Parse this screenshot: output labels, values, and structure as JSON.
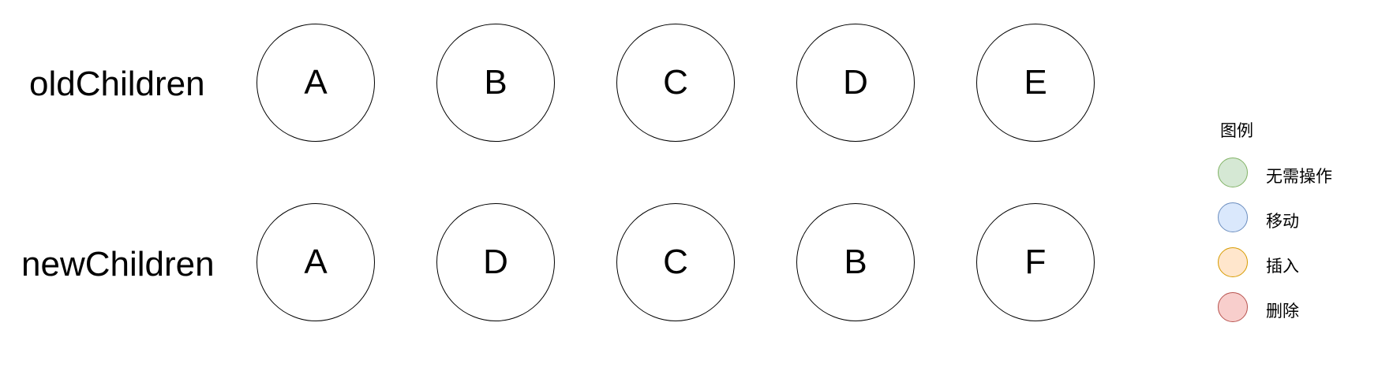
{
  "rows": {
    "old": {
      "label": "oldChildren",
      "nodes": [
        "A",
        "B",
        "C",
        "D",
        "E"
      ]
    },
    "new": {
      "label": "newChildren",
      "nodes": [
        "A",
        "D",
        "C",
        "B",
        "F"
      ]
    }
  },
  "legend": {
    "title": "图例",
    "items": [
      {
        "label": "无需操作",
        "fill": "#d5e8d4",
        "stroke": "#82b366"
      },
      {
        "label": "移动",
        "fill": "#dae8fc",
        "stroke": "#6c8ebf"
      },
      {
        "label": "插入",
        "fill": "#ffe6cc",
        "stroke": "#d79b00"
      },
      {
        "label": "删除",
        "fill": "#f8cecc",
        "stroke": "#b85450"
      }
    ]
  }
}
